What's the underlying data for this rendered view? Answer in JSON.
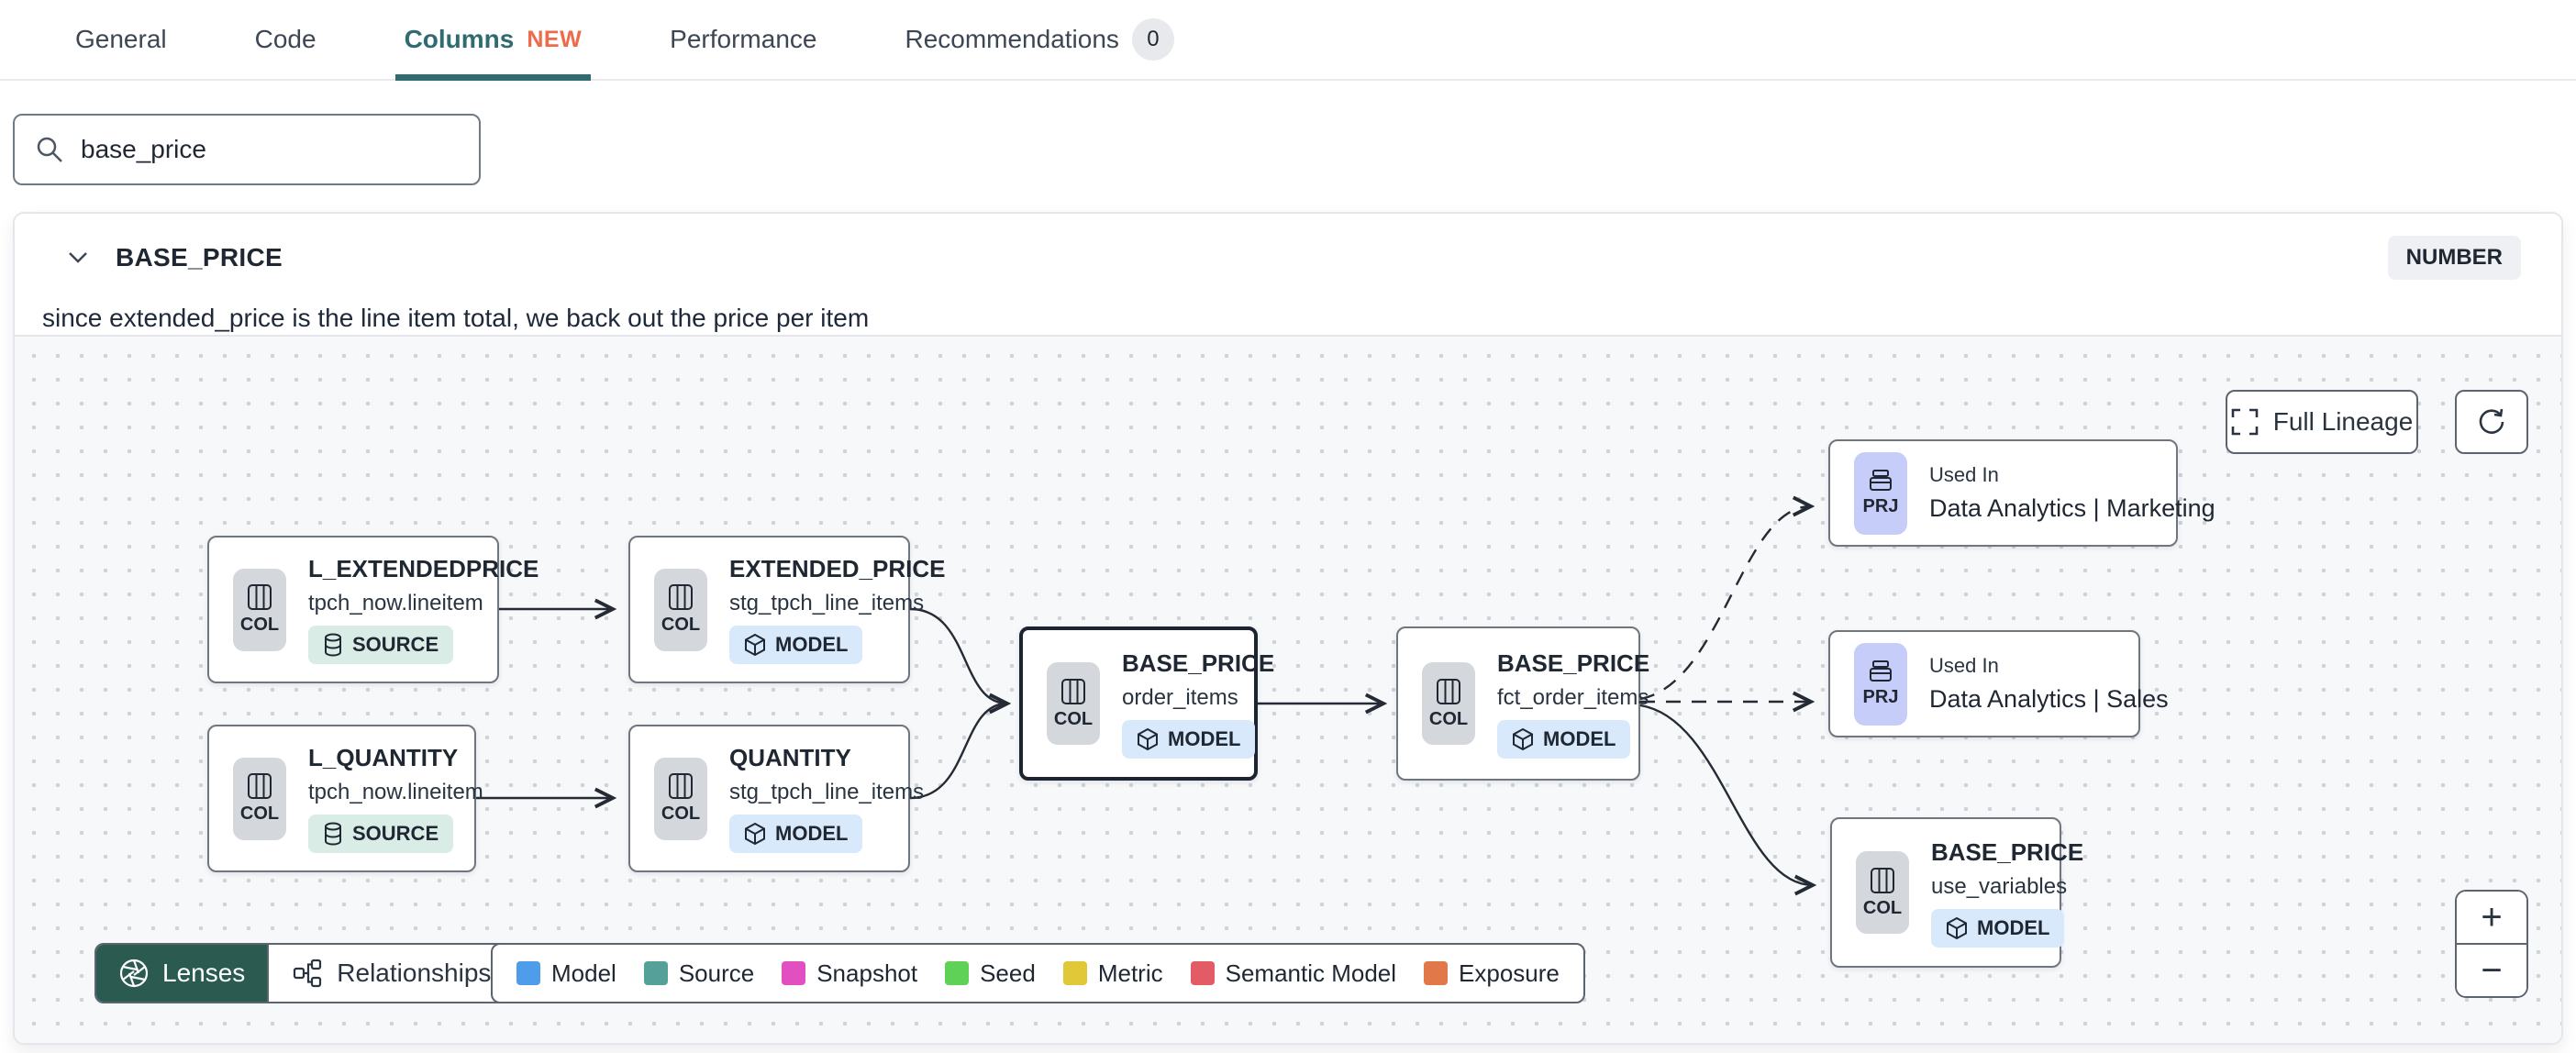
{
  "tabs": {
    "items": [
      {
        "label": "General"
      },
      {
        "label": "Code"
      },
      {
        "label": "Columns",
        "badge": "NEW"
      },
      {
        "label": "Performance"
      },
      {
        "label": "Recommendations",
        "count": "0"
      }
    ]
  },
  "search": {
    "value": "base_price"
  },
  "column_panel": {
    "name": "BASE_PRICE",
    "type_badge": "NUMBER",
    "description": "since extended_price is the line item total, we back out the price per item"
  },
  "lineage": {
    "controls": {
      "full_lineage_label": "Full Lineage",
      "zoom_in": "+",
      "zoom_out": "−"
    },
    "toolbar": {
      "lenses_label": "Lenses",
      "relationships_label": "Relationships"
    },
    "legend": [
      {
        "label": "Model",
        "color": "#4f9cea"
      },
      {
        "label": "Source",
        "color": "#55a098"
      },
      {
        "label": "Snapshot",
        "color": "#e14fc0"
      },
      {
        "label": "Seed",
        "color": "#5fd157"
      },
      {
        "label": "Metric",
        "color": "#e0c838"
      },
      {
        "label": "Semantic Model",
        "color": "#e35b64"
      },
      {
        "label": "Exposure",
        "color": "#e0784a"
      }
    ],
    "nodes": [
      {
        "badge": "COL",
        "title": "L_EXTENDEDPRICE",
        "subtitle": "tpch_now.lineitem",
        "kind": "SOURCE"
      },
      {
        "badge": "COL",
        "title": "EXTENDED_PRICE",
        "subtitle": "stg_tpch_line_items",
        "kind": "MODEL"
      },
      {
        "badge": "COL",
        "title": "L_QUANTITY",
        "subtitle": "tpch_now.lineitem",
        "kind": "SOURCE"
      },
      {
        "badge": "COL",
        "title": "QUANTITY",
        "subtitle": "stg_tpch_line_items",
        "kind": "MODEL"
      },
      {
        "badge": "COL",
        "title": "BASE_PRICE",
        "subtitle": "order_items",
        "kind": "MODEL"
      },
      {
        "badge": "COL",
        "title": "BASE_PRICE",
        "subtitle": "fct_order_items",
        "kind": "MODEL"
      },
      {
        "badge": "PRJ",
        "title": "Used In",
        "subtitle": "Data Analytics | Marketing"
      },
      {
        "badge": "PRJ",
        "title": "Used In",
        "subtitle": "Data Analytics | Sales"
      },
      {
        "badge": "COL",
        "title": "BASE_PRICE",
        "subtitle": "use_variables",
        "kind": "MODEL"
      }
    ],
    "colors": {
      "accent_teal": "#2f6b70",
      "new_badge_orange": "#ed6a4a",
      "lenses_green": "#2a5a50",
      "selected_node_border": "#1b2430",
      "model_badge_bg": "#d8e9fb",
      "source_badge_bg": "#d9ede6",
      "prj_badge_bg": "#c5cdf8",
      "col_badge_bg": "#d4d7dc"
    }
  }
}
